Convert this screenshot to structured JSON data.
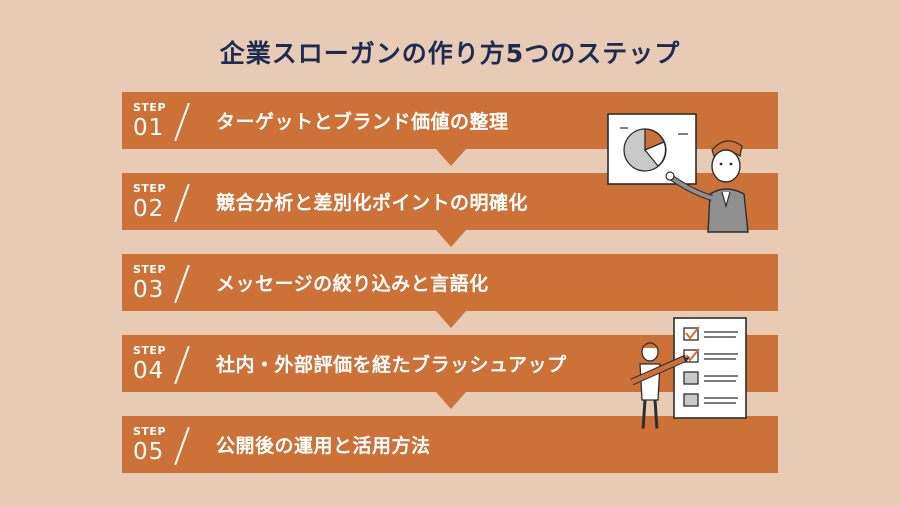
{
  "title": "企業スローガンの作り方5つのステップ",
  "steps": [
    {
      "word": "STEP",
      "num": "01",
      "text": "ターゲットとブランド価値の整理"
    },
    {
      "word": "STEP",
      "num": "02",
      "text": "競合分析と差別化ポイントの明確化"
    },
    {
      "word": "STEP",
      "num": "03",
      "text": "メッセージの絞り込みと言語化"
    },
    {
      "word": "STEP",
      "num": "04",
      "text": "社内・外部評価を経たブラッシュアップ"
    },
    {
      "word": "STEP",
      "num": "05",
      "text": "公開後の運用と活用方法"
    }
  ],
  "colors": {
    "background": "#e8cbb4",
    "step_fill": "#cc7138",
    "title": "#1f2a52"
  }
}
